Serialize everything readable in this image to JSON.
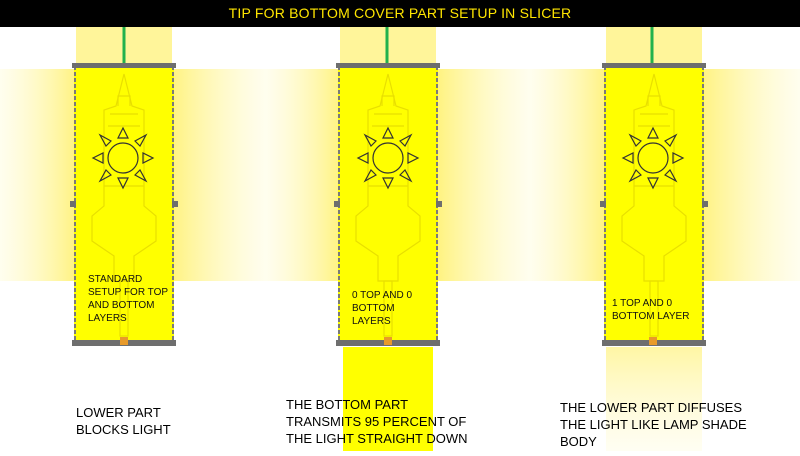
{
  "title": "TIP FOR BOTTOM COVER PART SETUP IN SLICER",
  "colors": {
    "light": "#ffff00",
    "glow": "#fff59a",
    "wire": "#22b14c",
    "frame": "#7a7a7a",
    "accent": "#e89a2a"
  },
  "icons": [
    "sun-icon",
    "lamp-frame-icon"
  ],
  "panels": [
    {
      "inner_label": "STANDARD SETUP FOR TOP AND BOTTOM LAYERS",
      "caption": "LOWER PART BLOCKS LIGHT"
    },
    {
      "inner_label": "0 TOP AND 0 BOTTOM LAYERS",
      "caption": "THE BOTTOM PART TRANSMITS 95 PERCENT OF THE LIGHT STRAIGHT DOWN"
    },
    {
      "inner_label": "1 TOP AND 0 BOTTOM LAYER",
      "caption": "THE LOWER PART DIFFUSES THE LIGHT LIKE LAMP SHADE BODY"
    }
  ]
}
